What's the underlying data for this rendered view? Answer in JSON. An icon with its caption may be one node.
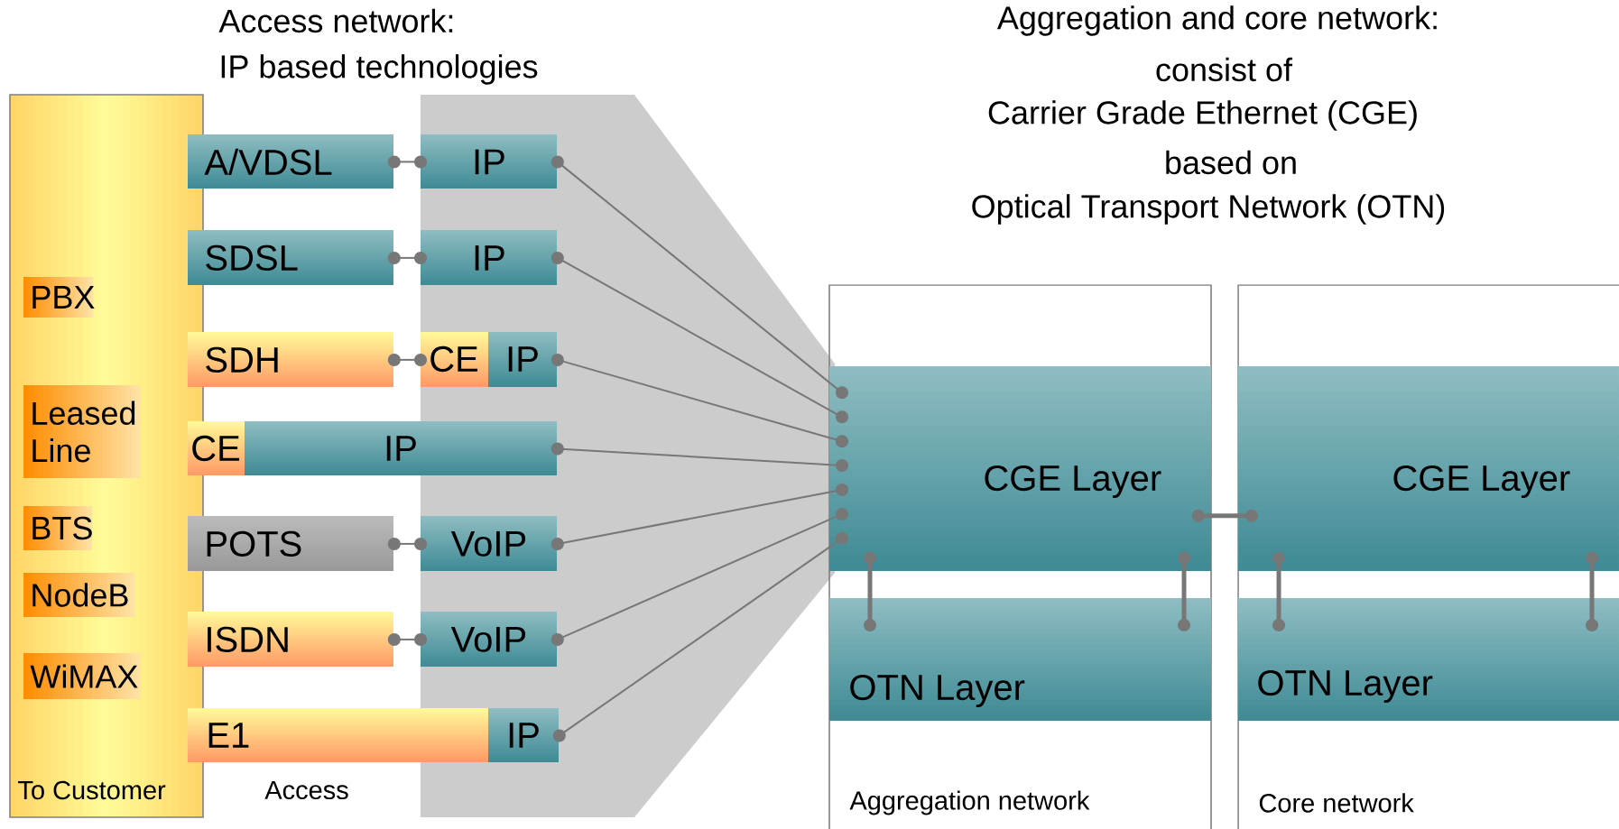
{
  "diagram": {
    "nodes": [
      {
        "text": [
          "To Customer"
        ]
      },
      {
        "text": [
          "PBX"
        ],
        "in": 0
      },
      {
        "text": [
          "Leased Line"
        ],
        "in": 0
      },
      {
        "text": [
          "BTS"
        ],
        "in": 0
      },
      {
        "text": [
          "NodeB"
        ],
        "in": 0
      },
      {
        "text": [
          "WiMAX"
        ],
        "in": 0
      },
      {
        "text": [
          "A/VDSL"
        ]
      },
      {
        "text": [
          "IP"
        ]
      },
      {
        "text": [
          "SDSL"
        ]
      },
      {
        "text": [
          "IP"
        ]
      },
      {
        "text": [
          "SDH"
        ]
      },
      {
        "text": [
          "CE",
          "IP"
        ]
      },
      {
        "text": [
          "CE",
          "IP"
        ]
      },
      {
        "text": [
          "POTS"
        ]
      },
      {
        "text": [
          "VoIP"
        ]
      },
      {
        "text": [
          "ISDN"
        ]
      },
      {
        "text": [
          "VoIP"
        ]
      },
      {
        "text": [
          "E1",
          "IP"
        ]
      },
      {
        "text": [
          "Aggregation network"
        ]
      },
      {
        "text": [
          "CGE  Layer"
        ],
        "in": 18
      },
      {
        "text": [
          "OTN Layer"
        ],
        "in": 18
      },
      {
        "text": [
          "Core network"
        ]
      },
      {
        "text": [
          "CGE  Layer"
        ],
        "in": 21
      },
      {
        "text": [
          "OTN Layer"
        ],
        "in": 21
      }
    ],
    "edges": [
      {
        "from": 6,
        "to": 7,
        "arrow": "other"
      },
      {
        "from": 8,
        "to": 9,
        "arrow": "other"
      },
      {
        "from": 10,
        "to": 11,
        "arrow": "other"
      },
      {
        "from": 13,
        "to": 14,
        "arrow": "other"
      },
      {
        "from": 15,
        "to": 16,
        "arrow": "other"
      },
      {
        "from": 7,
        "to": 19,
        "arrow": "other"
      },
      {
        "from": 9,
        "to": 19,
        "arrow": "other"
      },
      {
        "from": 11,
        "to": 19,
        "arrow": "other"
      },
      {
        "from": 12,
        "to": 19,
        "arrow": "other"
      },
      {
        "from": 14,
        "to": 19,
        "arrow": "other"
      },
      {
        "from": 16,
        "to": 19,
        "arrow": "other"
      },
      {
        "from": 17,
        "to": 19,
        "arrow": "other"
      },
      {
        "from": 19,
        "to": 22,
        "arrow": "other",
        "style": "thick"
      },
      {
        "from": 19,
        "to": 20,
        "arrow": "other",
        "style": "thick"
      },
      {
        "from": 19,
        "to": 20,
        "arrow": "other",
        "style": "thick"
      },
      {
        "from": 22,
        "to": 23,
        "arrow": "other",
        "style": "thick"
      },
      {
        "from": 22,
        "to": 23,
        "arrow": "other",
        "style": "thick"
      }
    ],
    "labels": [
      "Access network:",
      "IP based technologies",
      "Aggregation and core network:",
      "consist of",
      "Carrier Grade Ethernet (CGE)",
      "based on",
      "Optical Transport Network (OTN)",
      "Access"
    ]
  }
}
